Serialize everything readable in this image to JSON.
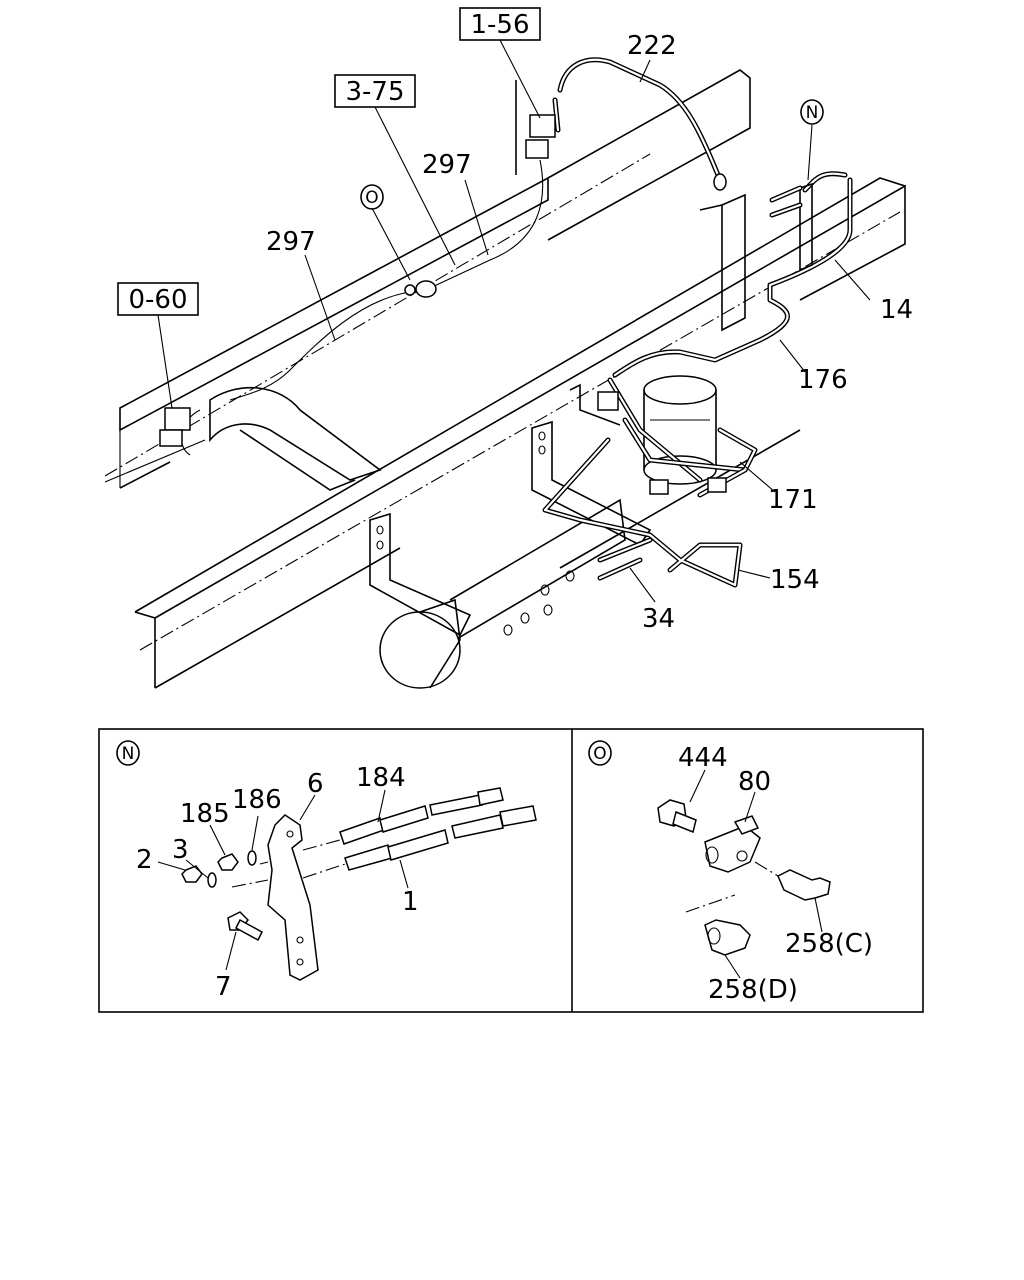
{
  "refs": {
    "r1_56": "1-56",
    "r3_75": "3-75",
    "r0_60": "0-60"
  },
  "callouts": {
    "c222": "222",
    "c297a": "297",
    "c297b": "297",
    "c14": "14",
    "c176": "176",
    "c171": "171",
    "c154": "154",
    "c34": "34"
  },
  "circle_marks": {
    "N": "N",
    "O": "O"
  },
  "detail_n": {
    "mark": "N",
    "labels": {
      "l184": "184",
      "l6": "6",
      "l185": "185",
      "l186": "186",
      "l2": "2",
      "l3": "3",
      "l1": "1",
      "l7": "7"
    }
  },
  "detail_o": {
    "mark": "O",
    "labels": {
      "l444": "444",
      "l80": "80",
      "l258c": "258(C)",
      "l258d": "258(D)"
    }
  }
}
